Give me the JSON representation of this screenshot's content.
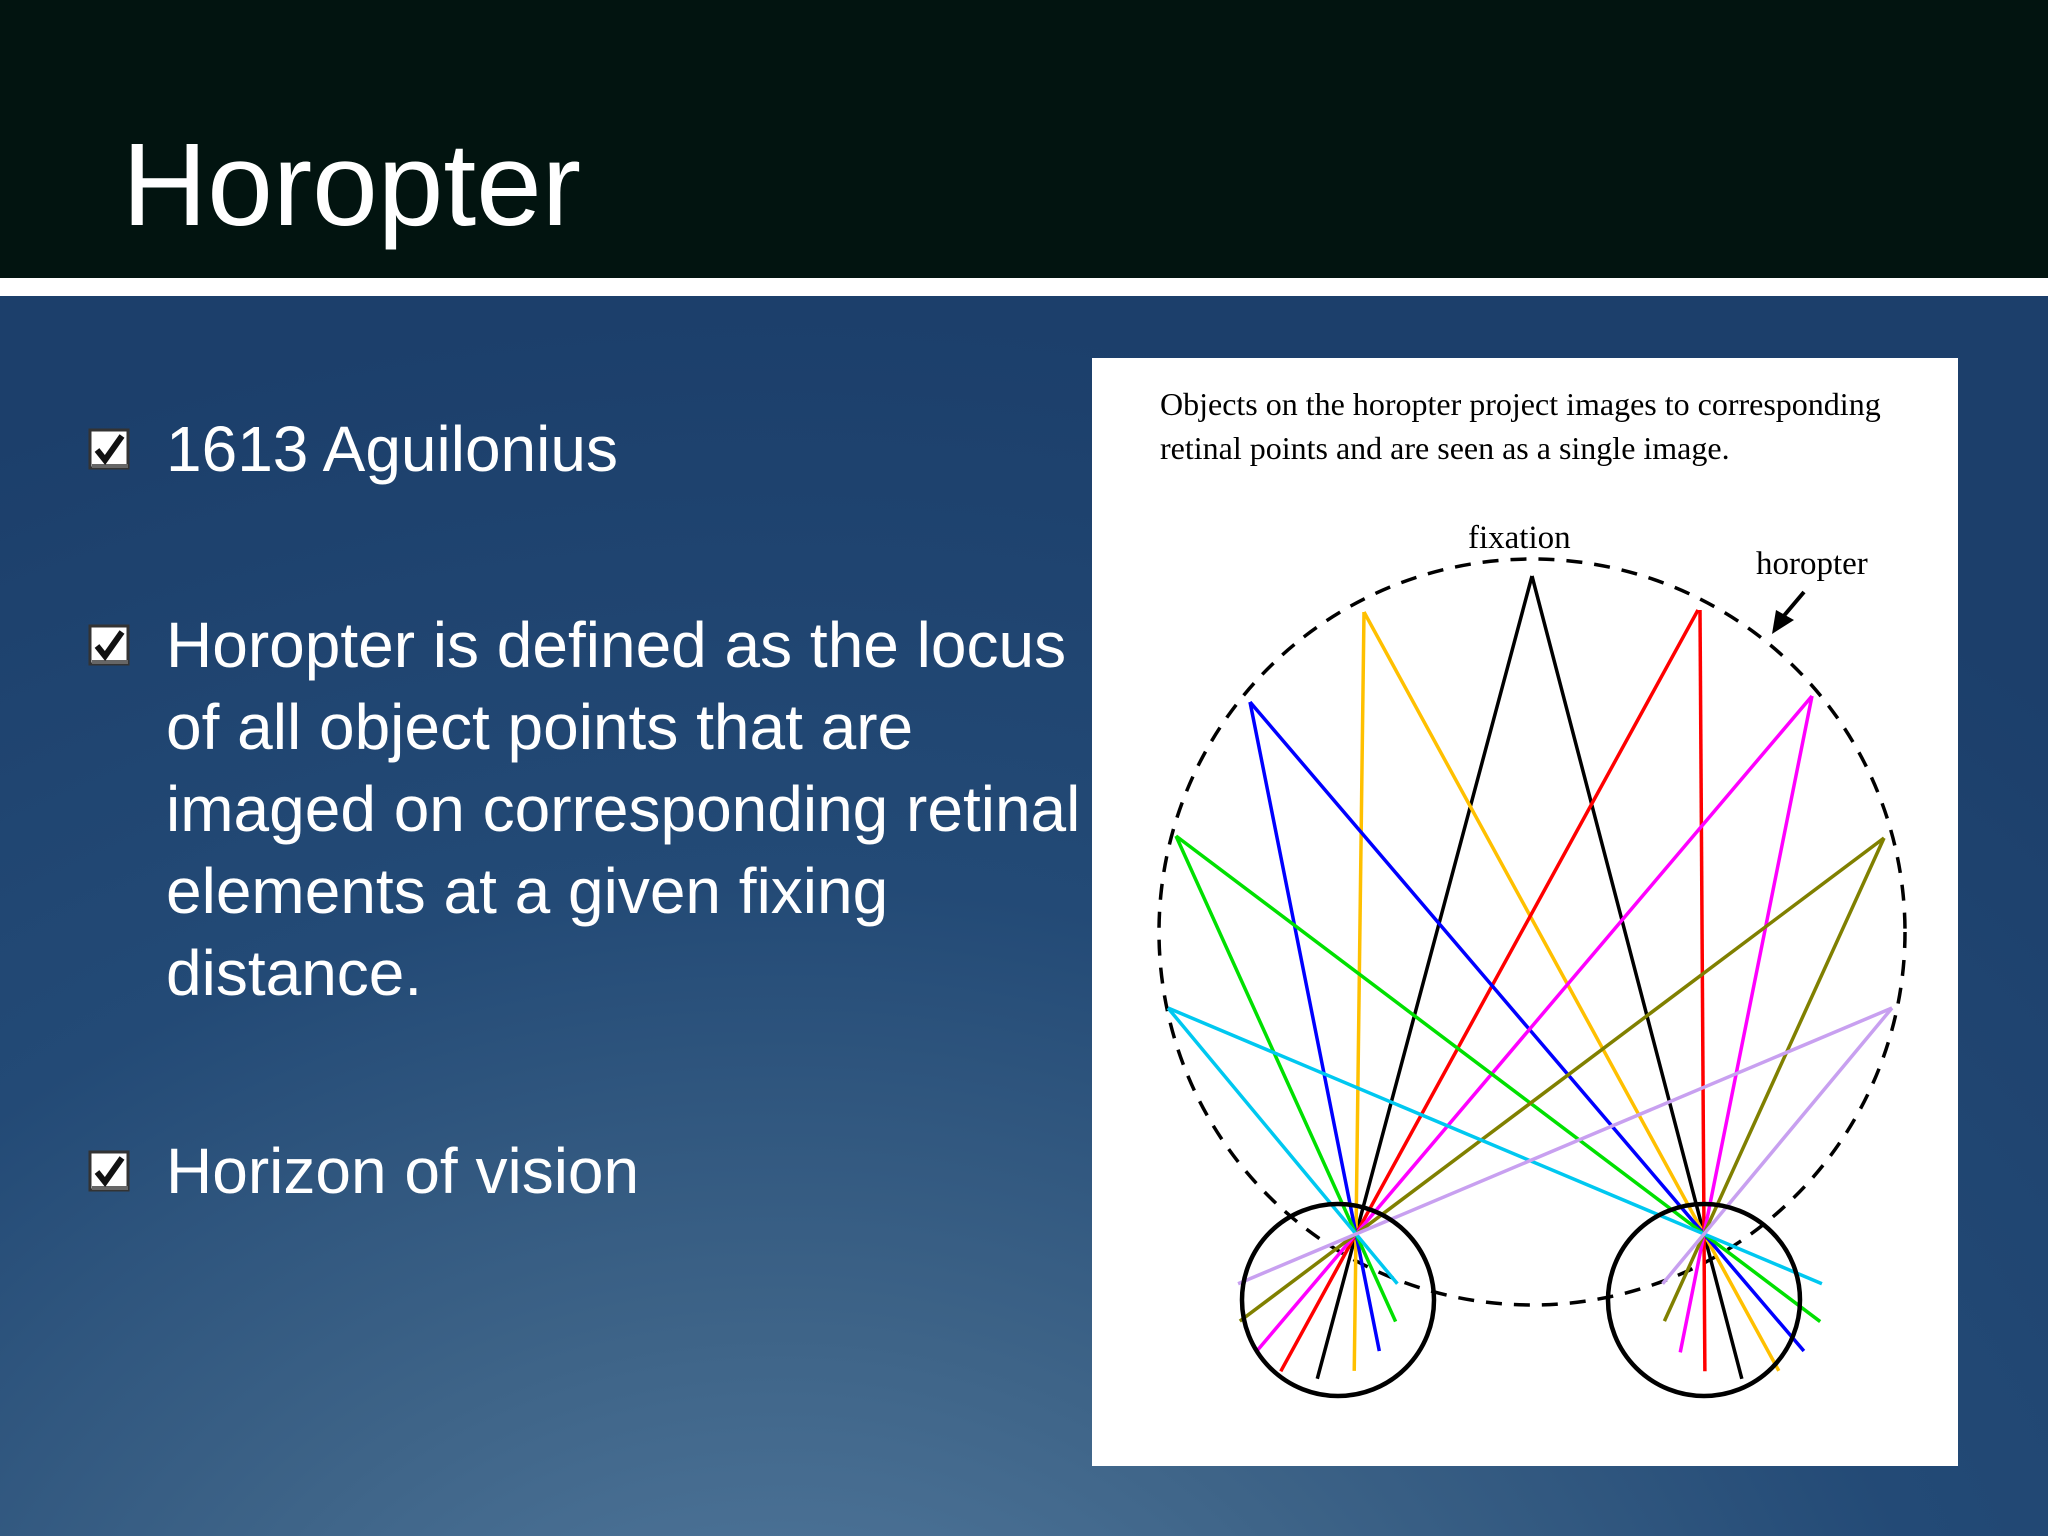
{
  "slide": {
    "title": "Horopter",
    "bullets": [
      "1613 Aguilonius",
      "Horopter is defined as the locus of all object points that are imaged on corresponding retinal elements at a given fixing distance.",
      "Horizon of vision"
    ]
  },
  "figure": {
    "caption": "Objects on the horopter project images to corresponding retinal points and are seen as a single image.",
    "labels": {
      "fixation": "fixation",
      "horopter": "horopter"
    },
    "line_colors": [
      "#000000",
      "#ffc000",
      "#ff0000",
      "#0000ff",
      "#ff00ff",
      "#00e000",
      "#808000",
      "#00c8f0",
      "#c8a0f0"
    ]
  },
  "colors": {
    "title_bar": "#021410",
    "background": "#234a76",
    "text": "#ffffff"
  }
}
